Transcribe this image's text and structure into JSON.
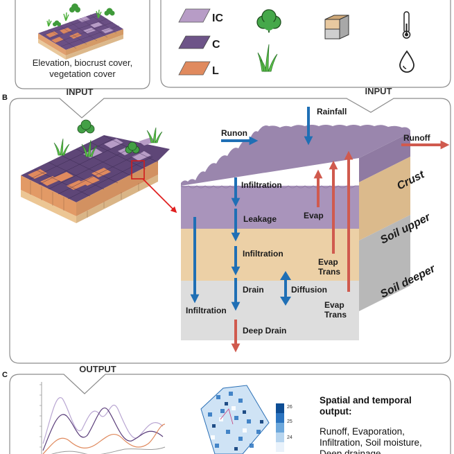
{
  "panels": {
    "b_letter": "B",
    "c_letter": "C"
  },
  "input_left": {
    "caption_line1": "Elevation, biocrust cover,",
    "caption_line2": "vegetation cover",
    "title": "INPUT"
  },
  "input_right": {
    "title": "INPUT",
    "legend": [
      {
        "label": "IC",
        "color": "#b79cc6"
      },
      {
        "label": "C",
        "color": "#6d5488"
      },
      {
        "label": "L",
        "color": "#e08a5e"
      }
    ],
    "icons": [
      "shrub-icon",
      "grass-icon",
      "soil-block-icon",
      "thermometer-icon",
      "water-drop-icon"
    ]
  },
  "model": {
    "layers": {
      "crust": "Crust",
      "soil_upper": "Soil upper",
      "soil_deeper": "Soil deeper"
    },
    "fluxes": {
      "rainfall": "Rainfall",
      "runon": "Runon",
      "runoff": "Runoff",
      "infiltration_1": "Infiltration",
      "leakage": "Leakage",
      "infiltration_2": "Infiltration",
      "drain": "Drain",
      "diffusion": "Diffusion",
      "infiltration_bypass": "Infiltration",
      "deep_drain": "Deep Drain",
      "evap": "Evap",
      "evap_trans_1_line1": "Evap",
      "evap_trans_1_line2": "Trans",
      "evap_trans_2_line1": "Evap",
      "evap_trans_2_line2": "Trans"
    },
    "colors": {
      "blue_arrow": "#1f6fb5",
      "red_arrow": "#d05a4e",
      "crust": "#a58db6",
      "soil_upper": "#ecd0a6",
      "soil_deeper": "#d9d9d9"
    }
  },
  "output": {
    "title": "OUTPUT",
    "heading_line1": "Spatial and temporal",
    "heading_line2": "output:",
    "body_line1": "Runoff, Evaporation,",
    "body_line2": "Infiltration, Soil moisture,",
    "body_line3": "Deep drainage",
    "colorbar_ticks": [
      "26",
      "25",
      "24"
    ]
  }
}
